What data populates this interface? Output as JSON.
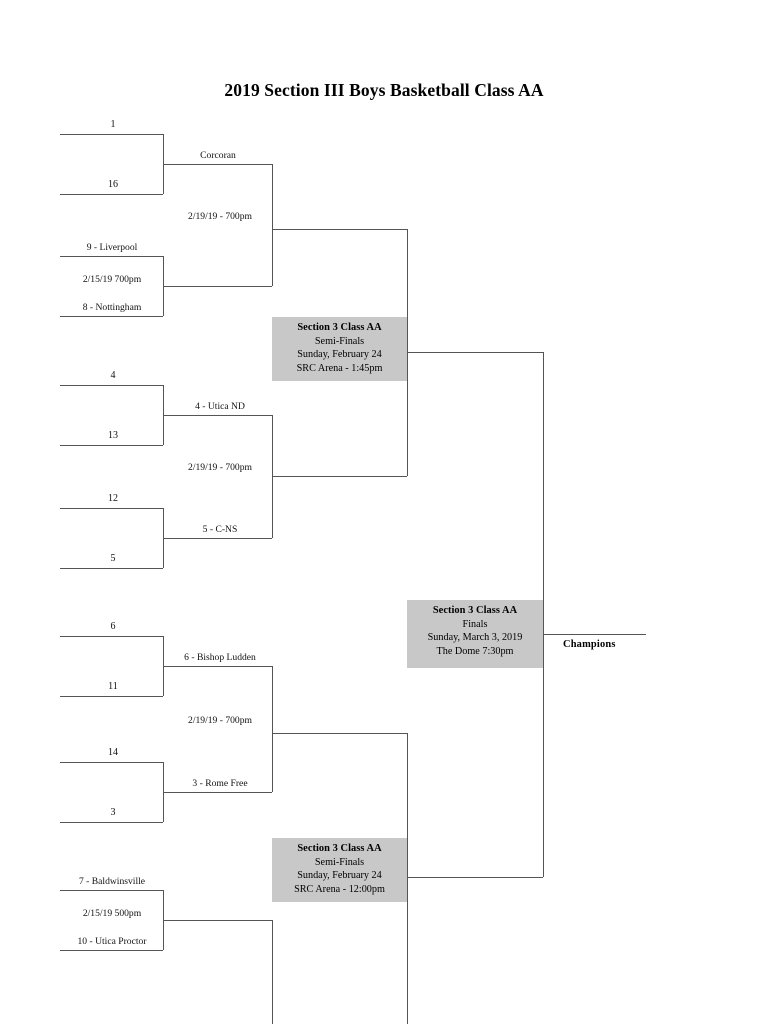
{
  "page": {
    "title": "2019 Section III Boys Basketball Class AA"
  },
  "bracket": {
    "round1": {
      "games": [
        {
          "top_seed": "1",
          "bottom_seed": "16"
        },
        {
          "top_seed": "4",
          "bottom_seed": "13"
        },
        {
          "top_seed": "12",
          "bottom_seed": "5"
        },
        {
          "top_seed": "6",
          "bottom_seed": "11"
        },
        {
          "top_seed": "14",
          "bottom_seed": "3"
        }
      ],
      "playin_games": [
        {
          "top_team": "9 - Liverpool",
          "datetime": "2/15/19  700pm",
          "bottom_team": "8 - Nottingham"
        },
        {
          "top_team": "7 - Baldwinsville",
          "datetime": "2/15/19  500pm",
          "bottom_team": "10 - Utica Proctor"
        }
      ]
    },
    "round2": {
      "winners": [
        {
          "team": "Corcoran",
          "datetime": "2/19/19 - 700pm"
        },
        {
          "team": "4 - Utica ND",
          "datetime": "2/19/19 - 700pm"
        },
        {
          "team": "5 - C-NS",
          "datetime": ""
        },
        {
          "team": "6 - Bishop Ludden",
          "datetime": "2/19/19 - 700pm"
        },
        {
          "team": "3 - Rome Free",
          "datetime": ""
        }
      ]
    },
    "semifinals": [
      {
        "header": "Section 3 Class AA",
        "round": "Semi-Finals",
        "date": "Sunday, February 24",
        "venue": "SRC Arena - 1:45pm"
      },
      {
        "header": "Section 3 Class AA",
        "round": "Semi-Finals",
        "date": "Sunday, February 24",
        "venue": "SRC Arena - 12:00pm"
      }
    ],
    "finals": {
      "header": "Section 3 Class AA",
      "round": "Finals",
      "date": "Sunday, March 3, 2019",
      "venue": "The Dome 7:30pm"
    },
    "champion": {
      "label": "Champions"
    }
  },
  "colors": {
    "info_box_background": "#c8c8c8",
    "line": "#555555",
    "text": "#000000",
    "page_background": "#ffffff"
  }
}
